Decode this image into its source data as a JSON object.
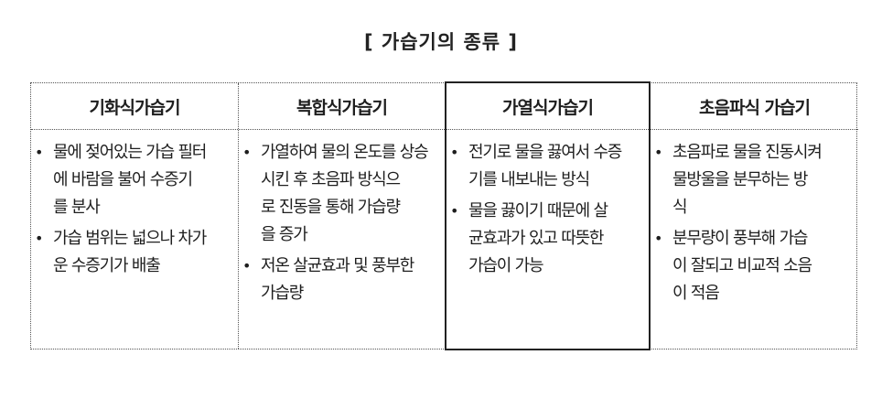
{
  "title": "[ 가습기의 종류 ]",
  "columns": [
    {
      "header": "기화식가습기",
      "items": [
        {
          "lines": [
            "물에 젖어있는 가습 필터",
            "에 바람을 불어 수증기",
            "를 분사"
          ]
        },
        {
          "lines": [
            "가습 범위는 넓으나 차가",
            "운 수증기가 배출"
          ]
        }
      ]
    },
    {
      "header": "복합식가습기",
      "items": [
        {
          "lines": [
            "가열하여 물의 온도를 상승",
            "시킨 후 초음파 방식으",
            "로 진동을 통해 가습량",
            "을 증가"
          ]
        },
        {
          "lines": [
            "저온 살균효과 및 풍부한",
            "가습량"
          ]
        }
      ]
    },
    {
      "header": "가열식가습기",
      "items": [
        {
          "lines": [
            "전기로 물을 끓여서 수증",
            "기를 내보내는 방식"
          ]
        },
        {
          "lines": [
            "물을 끓이기 때문에 살",
            "균효과가 있고 따뜻한",
            "가습이 가능"
          ]
        }
      ]
    },
    {
      "header": "초음파식 가습기",
      "items": [
        {
          "lines": [
            "초음파로 물을 진동시켜",
            "물방울을 분무하는 방",
            "식"
          ]
        },
        {
          "lines": [
            "분무량이 풍부해 가습",
            "이 잘되고 비교적 소음",
            "이 적음"
          ]
        }
      ]
    }
  ],
  "bullet_glyph": "•"
}
